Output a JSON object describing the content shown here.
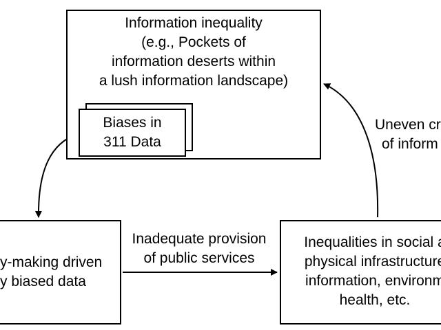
{
  "top_box": {
    "lines": [
      "Information inequality",
      "(e.g., Pockets of",
      "information deserts within",
      "a lush information landscape)"
    ]
  },
  "biases_box": {
    "lines": [
      "Biases in",
      "311 Data"
    ]
  },
  "left_box": {
    "lines": [
      "y-making driven",
      "y biased data"
    ]
  },
  "right_box": {
    "lines": [
      "Inequalities in social a",
      "physical infrastructure",
      "information, environm",
      "health, etc."
    ]
  },
  "edge_labels": {
    "bottom": [
      "Inadequate provision",
      "of public services"
    ],
    "right": [
      "Uneven cr",
      "of inform"
    ]
  }
}
